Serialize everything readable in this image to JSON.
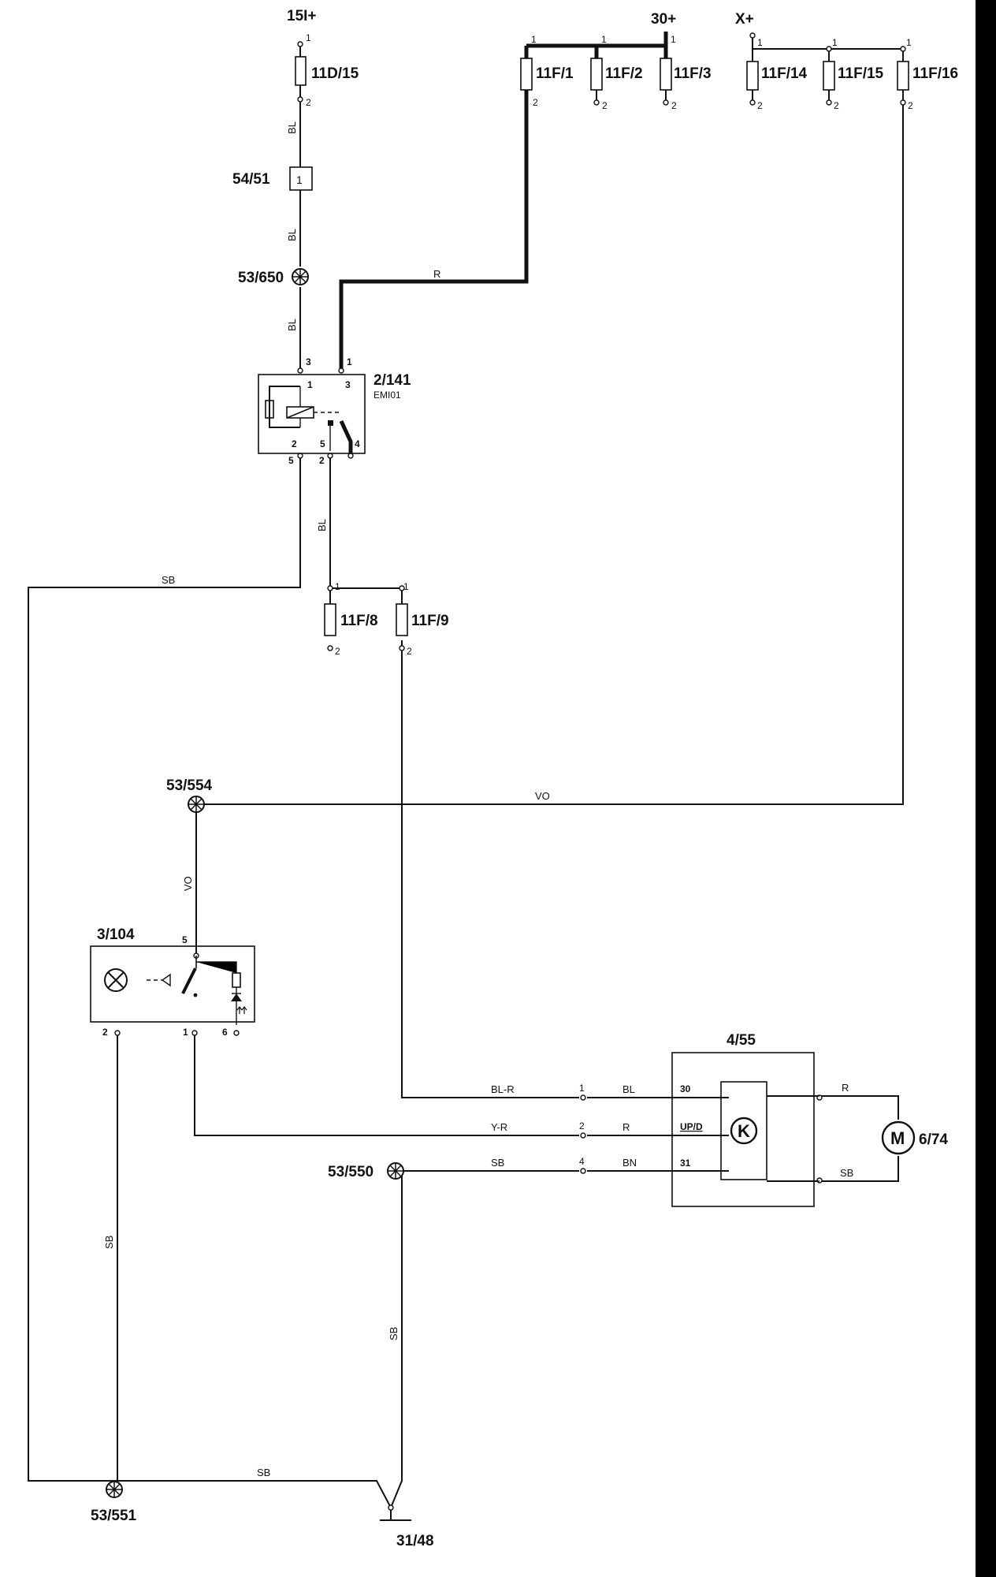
{
  "supplies": {
    "s15i": "15I+",
    "s30": "30+",
    "sx": "X+"
  },
  "fuses": {
    "f11d15": "11D/15",
    "f1": "11F/1",
    "f2": "11F/2",
    "f3": "11F/3",
    "f14": "11F/14",
    "f15": "11F/15",
    "f16": "11F/16",
    "f8": "11F/8",
    "f9": "11F/9"
  },
  "components": {
    "c5451": "54/51",
    "c5451_inner": "1",
    "c53650": "53/650",
    "relay": "2/141",
    "relay_sub": "EMI01",
    "c53554": "53/554",
    "c3104": "3/104",
    "c455": "4/55",
    "c455_inner": "K",
    "motor": "6/74",
    "motor_inner": "M",
    "c53550": "53/550",
    "c53551": "53/551",
    "ground": "31/48"
  },
  "wires": {
    "bl1": "BL",
    "bl2": "BL",
    "bl3": "BL",
    "bl4": "BL",
    "r_main": "R",
    "sb_top": "SB",
    "vo_h": "VO",
    "vo_v": "VO",
    "blr": "BL-R",
    "bl_k": "BL",
    "yr": "Y-R",
    "r_k": "R",
    "sb_k": "SB",
    "bn_k": "BN",
    "r_m": "R",
    "sb_m": "SB",
    "sb_left": "SB",
    "sb_mid": "SB",
    "sb_bottom": "SB"
  },
  "pins": {
    "p1": "1",
    "p2": "2",
    "p3": "3",
    "p4": "4",
    "p5": "5",
    "p6": "6",
    "p30": "30",
    "pup": "UP/D",
    "p31": "31"
  }
}
